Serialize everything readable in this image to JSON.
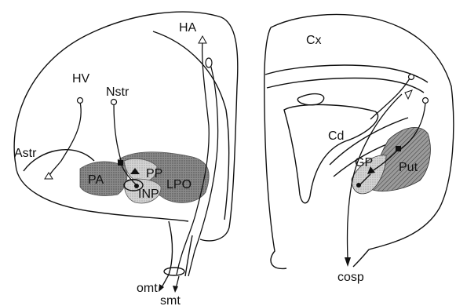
{
  "left_panel": {
    "labels": {
      "HA": "HA",
      "HV": "HV",
      "Nstr": "Nstr",
      "Astr": "Astr",
      "PA": "PA",
      "PP": "PP",
      "INP": "INP",
      "LPO": "LPO",
      "omt": "omt",
      "smt": "smt"
    }
  },
  "right_panel": {
    "labels": {
      "Cx": "Cx",
      "Cd": "Cd",
      "GP": "GP",
      "Put": "Put",
      "cosp": "cosp"
    }
  },
  "colors": {
    "stroke": "#111111",
    "dark_fill": "#7a7a7a",
    "light_fill": "#c8c8c8",
    "background": "#ffffff"
  }
}
